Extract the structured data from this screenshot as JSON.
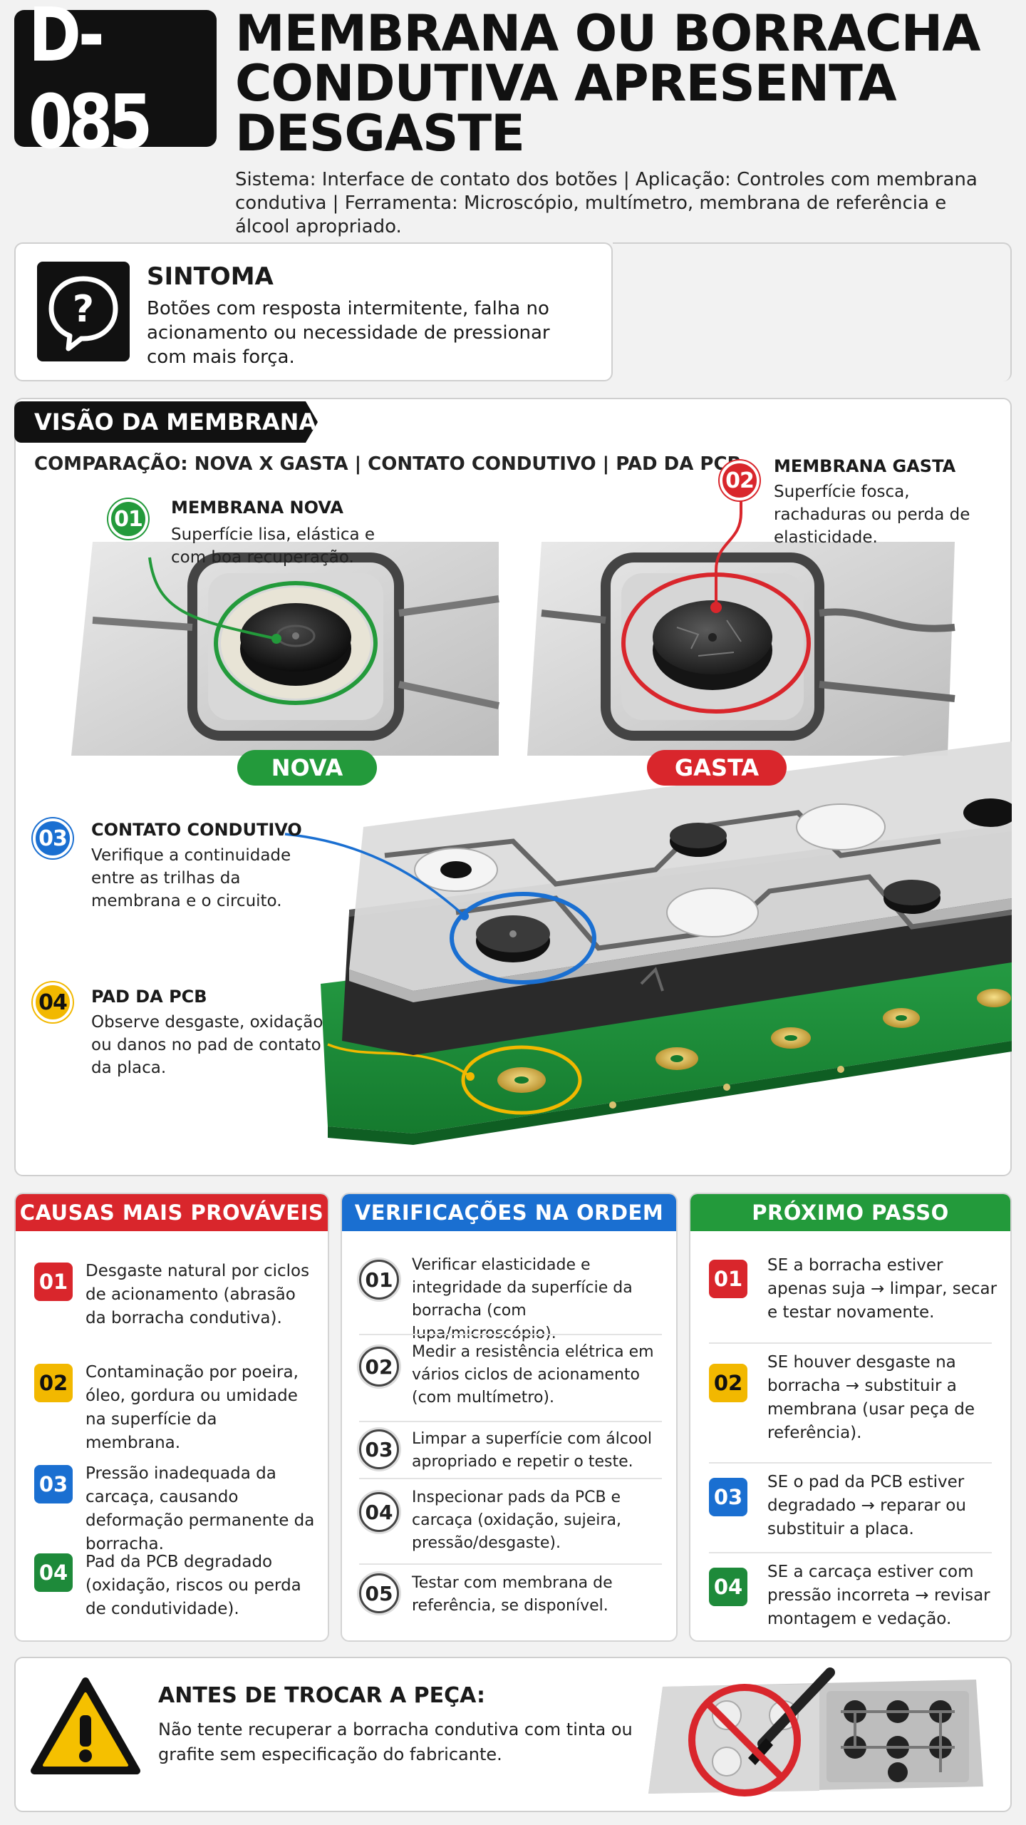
{
  "header": {
    "code": "D-085",
    "title_lines": [
      "MEMBRANA OU BORRACHA",
      "CONDUTIVA APRESENTA",
      "DESGASTE"
    ],
    "meta": "Sistema: Interface de contato dos botões  |  Aplicação: Controles com membrana condutiva  |  Ferramenta: Microscópio, multímetro, membrana de referência e álcool apropriado."
  },
  "symptom": {
    "icon": "question-bubble-icon",
    "title": "SINTOMA",
    "text": "Botões com resposta intermitente, falha no acionamento ou necessidade de pressionar com mais força."
  },
  "membrane_view": {
    "header": "VISÃO DA MEMBRANA",
    "subtitle": "COMPARAÇÃO: NOVA X GASTA | CONTATO CONDUTIVO | PAD DA PCB",
    "callouts": [
      {
        "num": "01",
        "title": "MEMBRANA NOVA",
        "text": "Superfície lisa, elástica e com boa recuperação.",
        "color": "#239a3b"
      },
      {
        "num": "02",
        "title": "MEMBRANA GASTA",
        "text": "Superfície fosca, rachaduras ou perda de elasticidade.",
        "color": "#d9262c"
      },
      {
        "num": "03",
        "title": "CONTATO CONDUTIVO",
        "text": "Verifique a continuidade entre as trilhas da membrana e o circuito.",
        "color": "#1a6fd1"
      },
      {
        "num": "04",
        "title": "PAD DA PCB",
        "text": "Observe desgaste, oxidação ou danos no pad de contato da placa.",
        "color": "#f2b800"
      }
    ],
    "labels": {
      "new": "NOVA",
      "worn": "GASTA"
    },
    "colors": {
      "new": "#239a3b",
      "worn": "#d9262c"
    }
  },
  "causes": {
    "header": "CAUSAS MAIS PROVÁVEIS",
    "color": "#d9262c",
    "items": [
      {
        "num": "01",
        "text": "Desgaste natural por ciclos de acionamento (abrasão da borracha condutiva).",
        "color": "#d9262c"
      },
      {
        "num": "02",
        "text": "Contaminação por poeira, óleo, gordura ou umidade na superfície da membrana.",
        "color": "#f2b800"
      },
      {
        "num": "03",
        "text": "Pressão inadequada da carcaça, causando deformação permanente da borracha.",
        "color": "#1a6fd1"
      },
      {
        "num": "04",
        "text": "Pad da PCB degradado (oxidação, riscos ou perda de condutividade).",
        "color": "#1e8a3a"
      }
    ]
  },
  "checks": {
    "header": "VERIFICAÇÕES NA ORDEM",
    "color": "#1a6fd1",
    "items": [
      {
        "num": "01",
        "text": "Verificar elasticidade e integridade da superfície da borracha (com lupa/microscópio)."
      },
      {
        "num": "02",
        "text": "Medir a resistência elétrica em vários ciclos de acionamento (com multímetro)."
      },
      {
        "num": "03",
        "text": "Limpar a superfície com álcool apropriado e repetir o teste."
      },
      {
        "num": "04",
        "text": "Inspecionar pads da PCB e carcaça (oxidação, sujeira, pressão/desgaste)."
      },
      {
        "num": "05",
        "text": "Testar com membrana de referência, se disponível."
      }
    ]
  },
  "next": {
    "header": "PRÓXIMO PASSO",
    "color": "#239a3b",
    "items": [
      {
        "num": "01",
        "text": "SE a borracha estiver apenas suja → limpar, secar e testar novamente.",
        "color": "#d9262c"
      },
      {
        "num": "02",
        "text": "SE houver desgaste na borracha → substituir a membrana (usar peça de referência).",
        "color": "#f2b800"
      },
      {
        "num": "03",
        "text": "SE o pad da PCB estiver degradado → reparar ou substituir a placa.",
        "color": "#1a6fd1"
      },
      {
        "num": "04",
        "text": "SE a carcaça estiver com pressão incorreta → revisar montagem e vedação.",
        "color": "#1e8a3a"
      }
    ]
  },
  "warning": {
    "icon": "warning-triangle-icon",
    "title": "ANTES DE TROCAR A PEÇA:",
    "text": "Não tente recuperar a borracha condutiva com tinta ou grafite sem especificação do fabricante.",
    "prohibited_icon": "no-paint-icon"
  }
}
